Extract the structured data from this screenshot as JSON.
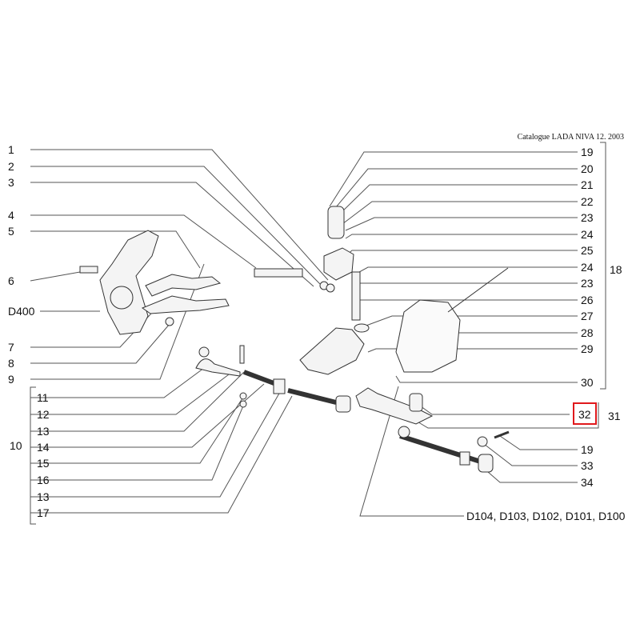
{
  "header": {
    "catalog": "Catalogue  LADA  NIVA  12.  2003"
  },
  "left_labels": [
    "1",
    "2",
    "3",
    "4",
    "5",
    "6",
    "D400",
    "7",
    "8",
    "9",
    "11",
    "12",
    "13",
    "14",
    "15",
    "16",
    "13",
    "17"
  ],
  "left_group": "10",
  "right_labels": [
    "19",
    "20",
    "21",
    "22",
    "23",
    "24",
    "25",
    "24",
    "23",
    "26",
    "27",
    "28",
    "29",
    "30"
  ],
  "right_group": "18",
  "highlighted": "32",
  "group31": "31",
  "lower_right": [
    "19",
    "33",
    "34"
  ],
  "variants": "D104, D103, D102, D101, D100",
  "colors": {
    "highlight": "#e0191c",
    "lines": "#555555"
  }
}
